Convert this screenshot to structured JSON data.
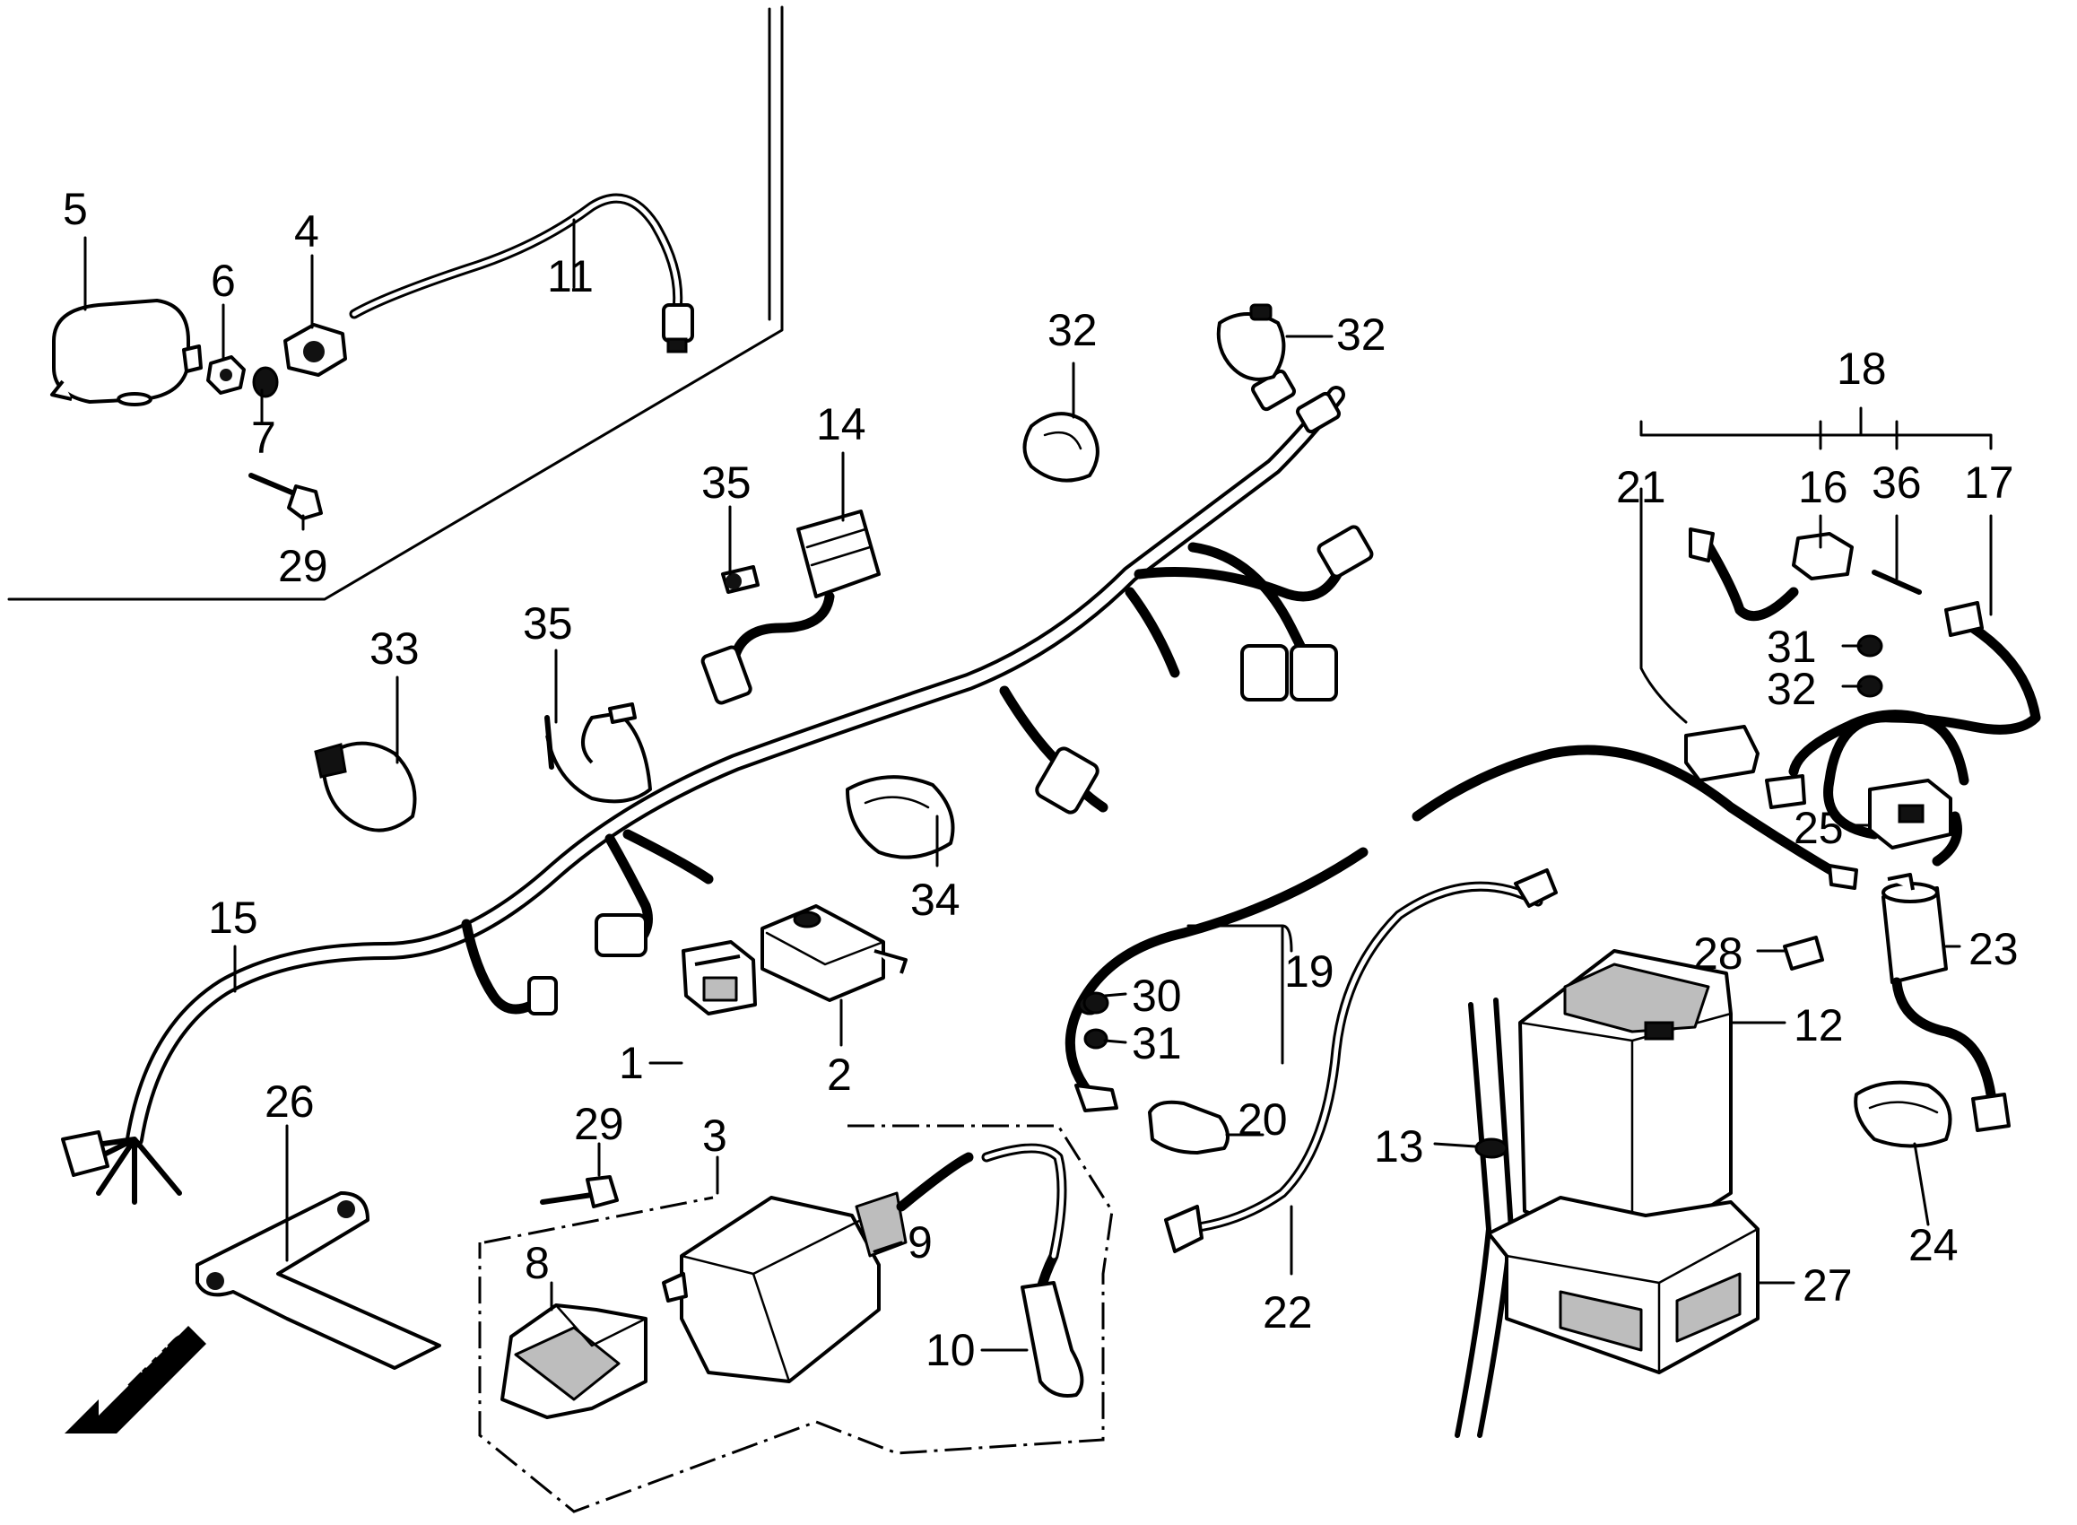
{
  "callouts": [
    {
      "id": "c1",
      "text": "1"
    },
    {
      "id": "c2",
      "text": "2"
    },
    {
      "id": "c3",
      "text": "3"
    },
    {
      "id": "c4",
      "text": "4"
    },
    {
      "id": "c5",
      "text": "5"
    },
    {
      "id": "c6",
      "text": "6"
    },
    {
      "id": "c7",
      "text": "7"
    },
    {
      "id": "c8",
      "text": "8"
    },
    {
      "id": "c9",
      "text": "9"
    },
    {
      "id": "c10",
      "text": "10"
    },
    {
      "id": "c11",
      "text": "11"
    },
    {
      "id": "c12",
      "text": "12"
    },
    {
      "id": "c13",
      "text": "13"
    },
    {
      "id": "c14",
      "text": "14"
    },
    {
      "id": "c15",
      "text": "15"
    },
    {
      "id": "c16",
      "text": "16"
    },
    {
      "id": "c17",
      "text": "17"
    },
    {
      "id": "c18",
      "text": "18"
    },
    {
      "id": "c19",
      "text": "19"
    },
    {
      "id": "c20",
      "text": "20"
    },
    {
      "id": "c21",
      "text": "21"
    },
    {
      "id": "c22",
      "text": "22"
    },
    {
      "id": "c23",
      "text": "23"
    },
    {
      "id": "c24",
      "text": "24"
    },
    {
      "id": "c25",
      "text": "25"
    },
    {
      "id": "c26",
      "text": "26"
    },
    {
      "id": "c27",
      "text": "27"
    },
    {
      "id": "c28",
      "text": "28"
    },
    {
      "id": "c29a",
      "text": "29"
    },
    {
      "id": "c29b",
      "text": "29"
    },
    {
      "id": "c30a",
      "text": "30"
    },
    {
      "id": "c30b",
      "text": "30"
    },
    {
      "id": "c31a",
      "text": "31"
    },
    {
      "id": "c31b",
      "text": "31"
    },
    {
      "id": "c32a",
      "text": "32"
    },
    {
      "id": "c32b",
      "text": "32"
    },
    {
      "id": "c32c",
      "text": "32"
    },
    {
      "id": "c33",
      "text": "33"
    },
    {
      "id": "c34",
      "text": "34"
    },
    {
      "id": "c35",
      "text": "35"
    },
    {
      "id": "c36",
      "text": "36"
    }
  ],
  "direction_marker": "FWD"
}
